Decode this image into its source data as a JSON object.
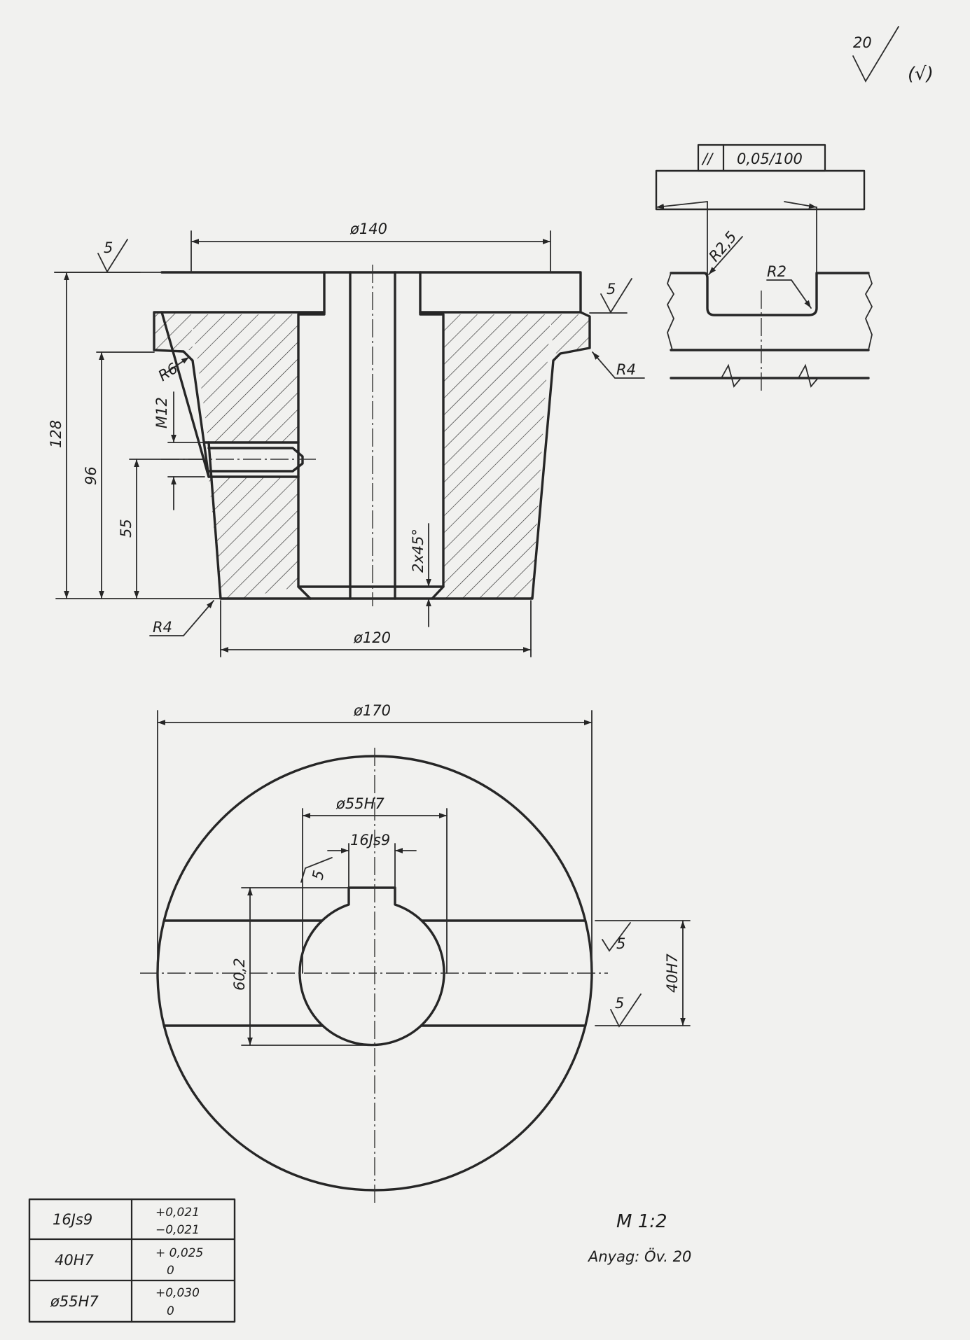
{
  "surface_marks": {
    "general_value": "20",
    "general_suffix": "(√)",
    "section_top": "5",
    "section_right": "5",
    "plan_keyway": "5",
    "plan_flat_top": "5",
    "plan_flat_bottom": "5"
  },
  "section_view": {
    "dim_top_diameter": "ø140",
    "dim_bottom_diameter": "ø120",
    "dim_height_total": "128",
    "dim_height_shoulder": "96",
    "dim_height_hole": "55",
    "dim_thread": "M12",
    "dim_chamfer": "2x45°",
    "radius_shoulder": "R6",
    "radius_flange": "R4",
    "radius_bottom": "R4"
  },
  "detail_view": {
    "parallelism_symbol": "//",
    "parallelism_value": "0,05/100",
    "radius_a": "R2,5",
    "radius_b": "R2"
  },
  "plan_view": {
    "dim_outer_diameter": "ø170",
    "dim_bore": "ø55H7",
    "dim_keyway": "16Js9",
    "dim_keyway_depth": "60,2",
    "dim_flat": "40H7"
  },
  "tolerance_table": {
    "rows": [
      {
        "fit": "16Js9",
        "upper": "+0,021",
        "lower": "−0,021"
      },
      {
        "fit": "40H7",
        "upper": "+ 0,025",
        "lower": "0"
      },
      {
        "fit": "ø55H7",
        "upper": "+0,030",
        "lower": "0"
      }
    ]
  },
  "title": {
    "scale": "M 1:2",
    "material": "Anyag: Öv. 20"
  }
}
